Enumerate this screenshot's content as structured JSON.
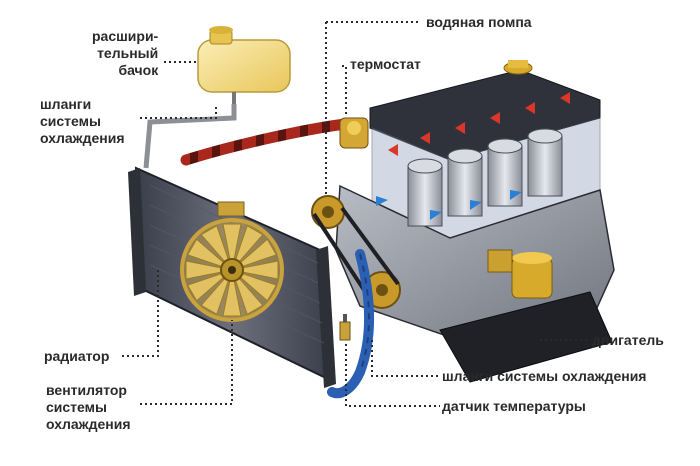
{
  "labels": {
    "tank": [
      "расшири-",
      "тельный",
      "бачок"
    ],
    "hoses_left": [
      "шланги",
      "системы",
      "охлаждения"
    ],
    "radiator": "радиатор",
    "fan": [
      "вентилятор",
      "системы",
      "охлаждения"
    ],
    "water_pump": "водяная помпа",
    "thermostat": "термостат",
    "engine": "двигатель",
    "hoses_bottom": "шланги системы охлаждения",
    "temp_sensor": "датчик температуры"
  },
  "icons": [
    "expansion-tank",
    "radiator",
    "fan",
    "engine-block",
    "hose",
    "thermostat",
    "water-pump",
    "oil-filter",
    "temperature-sensor"
  ],
  "colors": {
    "hose_red": "#a8281e",
    "hose_blue": "#2b5fb4",
    "metal": "#8c9099",
    "dark_metal": "#3c3f48",
    "tank_yellow": "#f3dc8a",
    "gold": "#d6a52a",
    "label": "#2a2a2a"
  }
}
